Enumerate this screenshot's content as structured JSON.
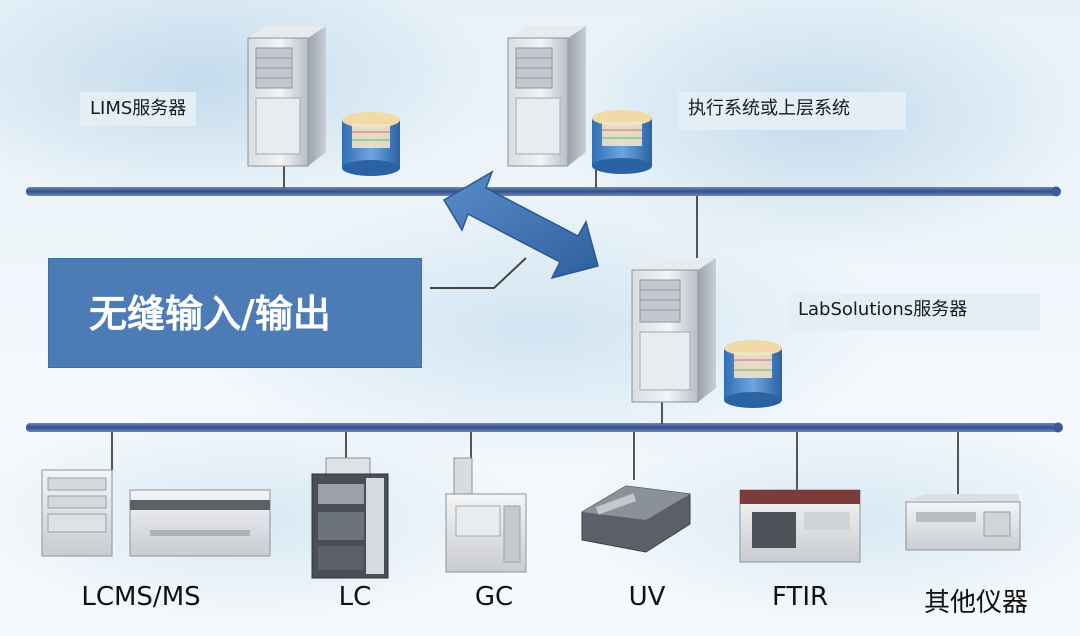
{
  "servers": {
    "lims_label": "LIMS服务器",
    "exec_label": "执行系统或上层系统",
    "labsolutions_label": "LabSolutions服务器"
  },
  "center_label": "无缝输入/输出",
  "instruments": [
    "LCMS/MS",
    "LC",
    "GC",
    "UV",
    "FTIR",
    "其他仪器"
  ],
  "colors": {
    "network_line": "#3b5a9a",
    "io_box": "#4c7bb6",
    "arrow": "#3d6fb0",
    "label_box": "#e4eef6"
  },
  "icons": [
    "server-tower-icon",
    "database-icon",
    "double-arrow-icon",
    "instrument-icon"
  ]
}
